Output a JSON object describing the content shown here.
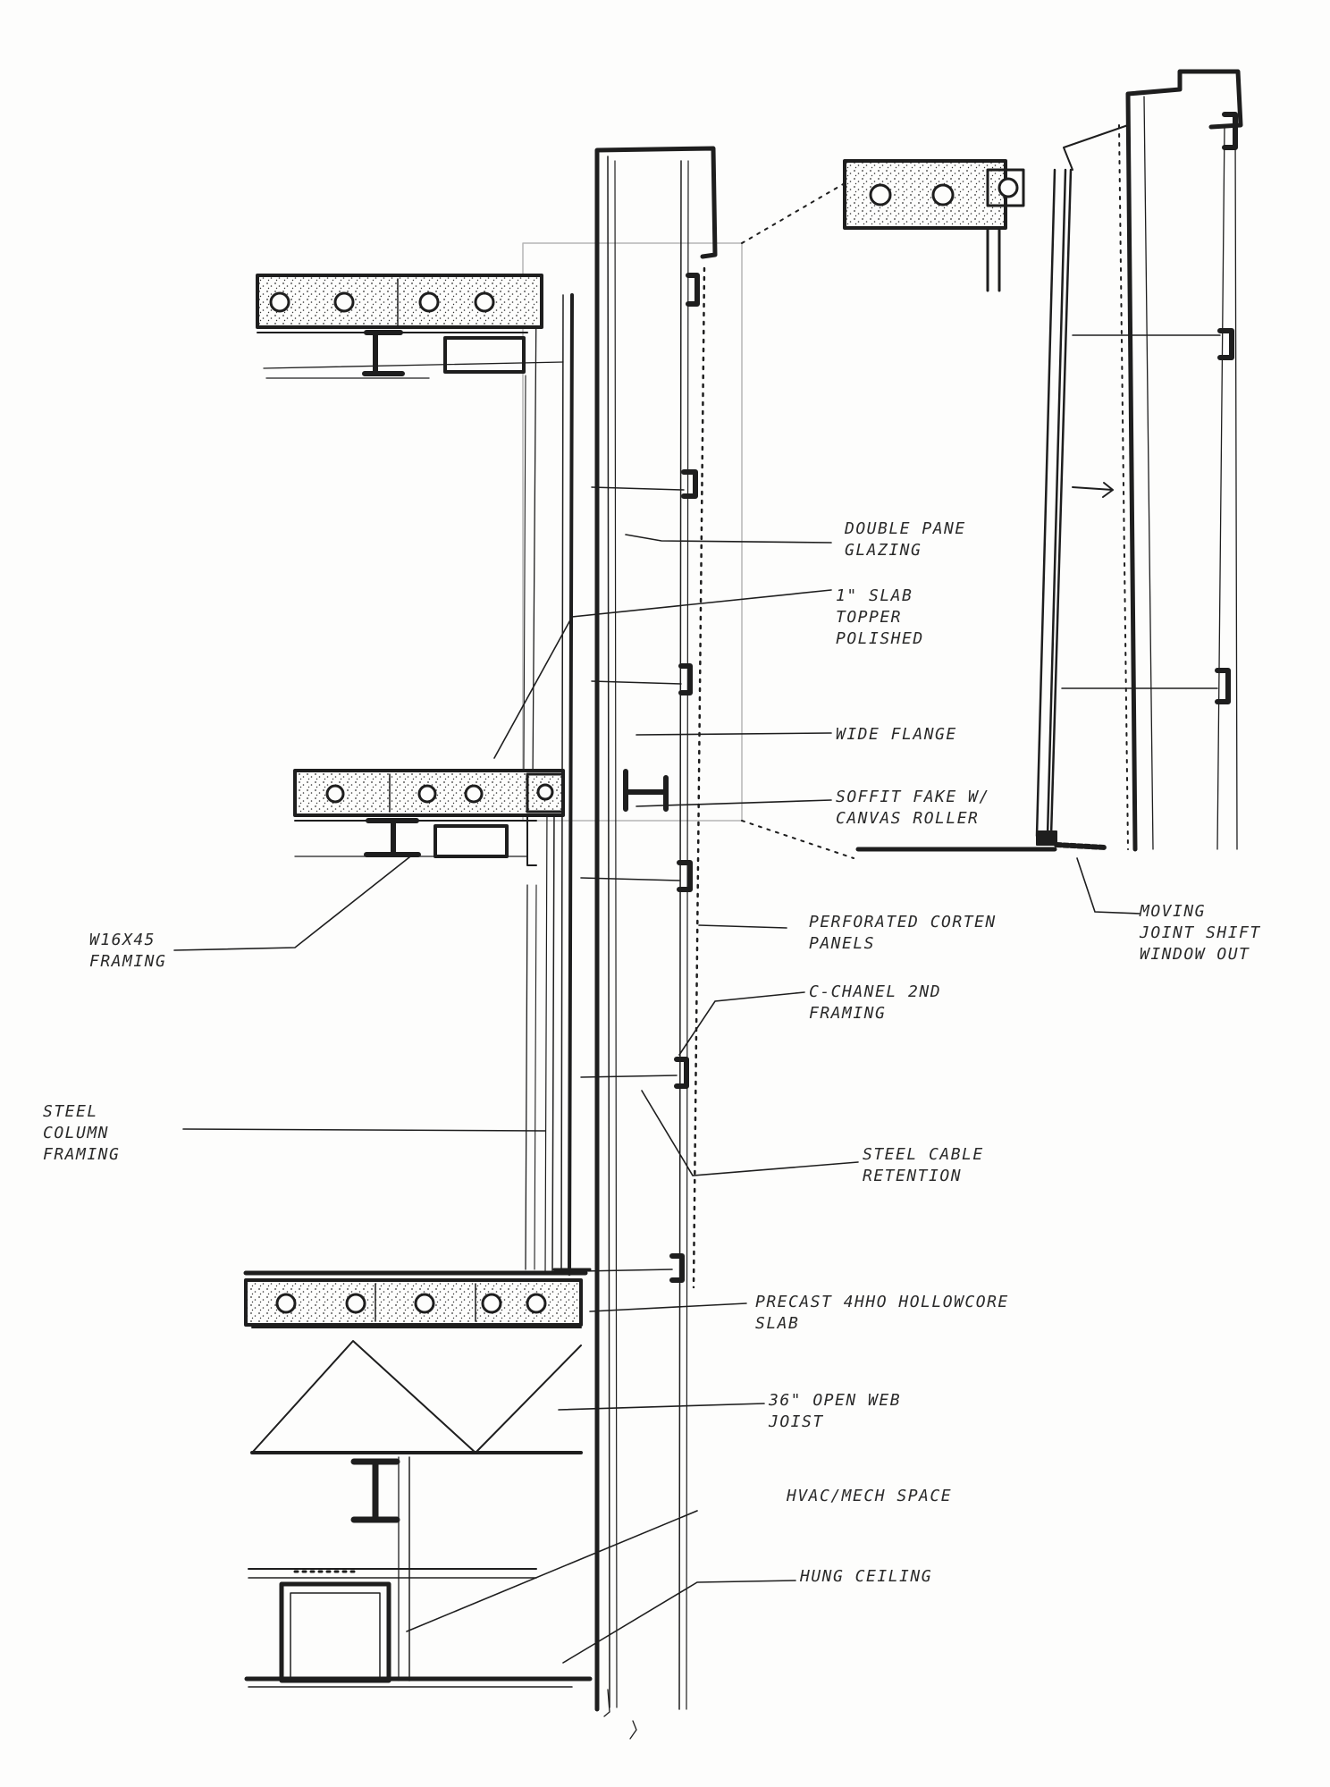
{
  "drawing": {
    "ink_color": "#1e1e1e",
    "paper_color": "#fdfdfc",
    "pencil_color": "#b5b5b5"
  },
  "labels": {
    "double_pane_glazing": [
      "DOUBLE PANE",
      "GLAZING"
    ],
    "slab_topper": [
      "1\" SLAB",
      "TOPPER",
      "POLISHED"
    ],
    "wide_flange": [
      "WIDE FLANGE"
    ],
    "soffit_fake": [
      "SOFFIT FAKE w/",
      "CANVAS ROLLER"
    ],
    "perforated_corten": [
      "PERFORATED CORTEN",
      "PANELS"
    ],
    "c_channel": [
      "C-CHANEL 2ND",
      "FRAMING"
    ],
    "steel_cable": [
      "STEEL CABLE",
      "RETENTION"
    ],
    "precast_slab": [
      "PRECAST 4HHO HOLLOWCORE",
      "SLAB"
    ],
    "open_web_joist": [
      "36\" OPEN WEB",
      "JOIST"
    ],
    "hvac_space": [
      "HVAC/MECH SPACE"
    ],
    "hung_ceiling": [
      "HUNG CEILING"
    ],
    "w16_framing": [
      "W16x45",
      "FRAMING"
    ],
    "steel_column": [
      "STEEL",
      "COLUMN",
      "FRAMING"
    ],
    "moving_joint": [
      "MOVING",
      "JOINT SHIFT",
      "WINDOW OUT"
    ]
  }
}
